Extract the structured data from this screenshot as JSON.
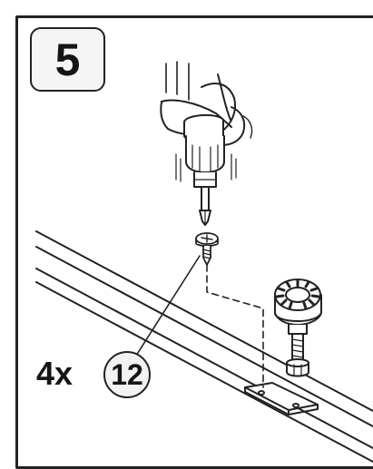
{
  "step": {
    "number": "5"
  },
  "callout": {
    "quantity": "4x",
    "part_number": "12"
  },
  "icons": [
    "screwdriver-icon",
    "screw-icon",
    "adjustable-foot-icon"
  ],
  "colors": {
    "line": "#222222",
    "fill": "#ffffff",
    "badge_fill": "#f5f5f5"
  }
}
